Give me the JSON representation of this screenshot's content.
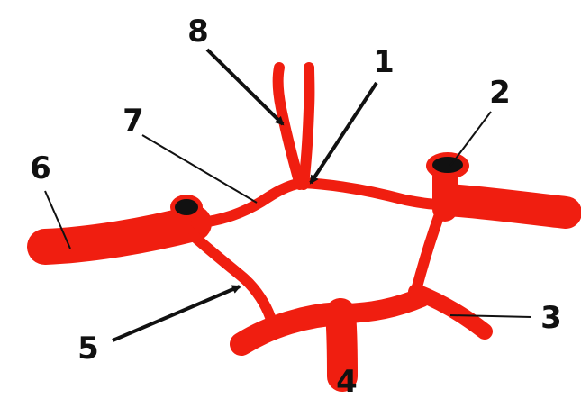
{
  "labels": {
    "l1": "1",
    "l2": "2",
    "l3": "3",
    "l4": "4",
    "l5": "5",
    "l6": "6",
    "l7": "7",
    "l8": "8"
  },
  "colors": {
    "vessel": "#f01e10",
    "lumen": "#111111",
    "ink": "#111111",
    "background": "#ffffff"
  }
}
